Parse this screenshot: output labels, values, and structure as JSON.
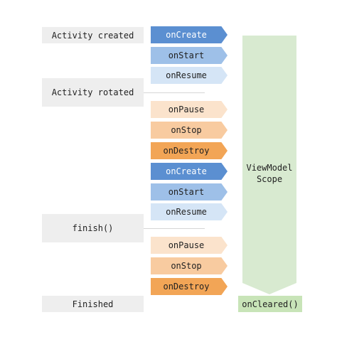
{
  "events": [
    {
      "label": "Activity created"
    },
    {
      "label": "Activity rotated"
    },
    {
      "label": "finish()"
    },
    {
      "label": "Finished"
    }
  ],
  "callbacks": [
    {
      "label": "onCreate",
      "color": "#5b8fd1",
      "text_color": "#ffffff"
    },
    {
      "label": "onStart",
      "color": "#9ec0e8",
      "text_color": "#222222"
    },
    {
      "label": "onResume",
      "color": "#d5e5f6",
      "text_color": "#222222"
    },
    {
      "label": "onPause",
      "color": "#fbe3cc",
      "text_color": "#222222"
    },
    {
      "label": "onStop",
      "color": "#f8cba0",
      "text_color": "#222222"
    },
    {
      "label": "onDestroy",
      "color": "#f2a556",
      "text_color": "#222222"
    },
    {
      "label": "onCreate",
      "color": "#5b8fd1",
      "text_color": "#ffffff"
    },
    {
      "label": "onStart",
      "color": "#9ec0e8",
      "text_color": "#222222"
    },
    {
      "label": "onResume",
      "color": "#d5e5f6",
      "text_color": "#222222"
    },
    {
      "label": "onPause",
      "color": "#fbe3cc",
      "text_color": "#222222"
    },
    {
      "label": "onStop",
      "color": "#f8cba0",
      "text_color": "#222222"
    },
    {
      "label": "onDestroy",
      "color": "#f2a556",
      "text_color": "#222222"
    }
  ],
  "scope": {
    "line1": "ViewModel",
    "line2": "Scope",
    "color": "#d8ead0"
  },
  "cleared": {
    "label": "onCleared()",
    "color": "#c8e4b8"
  }
}
